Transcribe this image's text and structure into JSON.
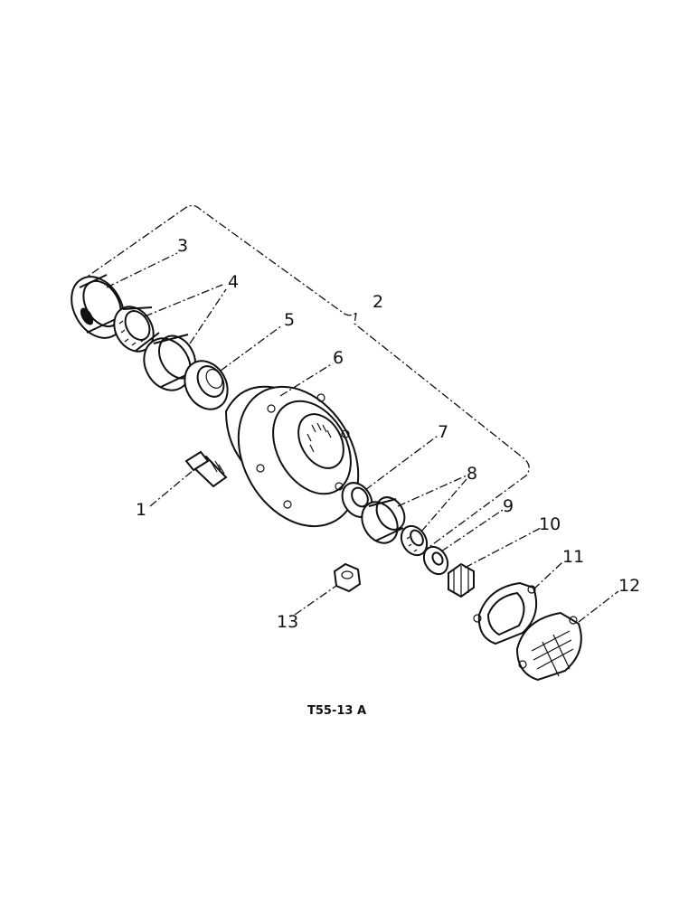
{
  "diagram": {
    "caption": "T55-13 A",
    "callouts": [
      {
        "id": "1",
        "label": "1"
      },
      {
        "id": "2",
        "label": "2"
      },
      {
        "id": "3",
        "label": "3"
      },
      {
        "id": "4",
        "label": "4"
      },
      {
        "id": "5",
        "label": "5"
      },
      {
        "id": "6",
        "label": "6"
      },
      {
        "id": "7",
        "label": "7"
      },
      {
        "id": "8",
        "label": "8"
      },
      {
        "id": "9",
        "label": "9"
      },
      {
        "id": "10",
        "label": "10"
      },
      {
        "id": "11",
        "label": "11"
      },
      {
        "id": "12",
        "label": "12"
      },
      {
        "id": "13",
        "label": "13"
      }
    ]
  }
}
